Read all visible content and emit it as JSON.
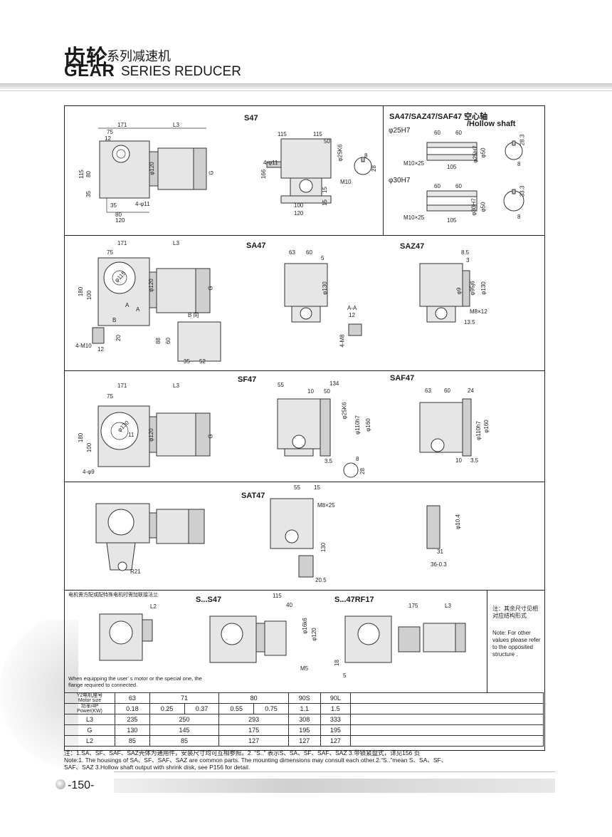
{
  "header": {
    "cn_main": "齿轮",
    "cn_sub": "系列减速机",
    "en_main": "GEAR",
    "en_sub": "SERIES REDUCER"
  },
  "sections": {
    "s47": {
      "title": "S47",
      "dims": [
        "171",
        "L3",
        "75",
        "12",
        "115",
        "80",
        "35",
        "4-φ11",
        "35",
        "80",
        "120",
        "φ120",
        "G",
        "115",
        "115",
        "50",
        "166",
        "4-φ11",
        "100",
        "120",
        "φ25K6",
        "8",
        "28",
        "M10",
        "15",
        "15"
      ]
    },
    "hollow": {
      "title": "SA47/SAZ47/SAF47 空心轴",
      "title2": "/Hollow shaft",
      "d1": "φ25H7",
      "d2": "φ30H7",
      "dims": [
        "60",
        "60",
        "M10×25",
        "105",
        "φ25H7",
        "φ50",
        "28.3",
        "8",
        "60",
        "60",
        "M10×25",
        "105",
        "φ30H7",
        "φ50",
        "33.3",
        "8"
      ]
    },
    "sa47": {
      "title": "SA47",
      "dims": [
        "171",
        "L3",
        "75",
        "180",
        "100",
        "φ115",
        "φ120",
        "G",
        "B",
        "A",
        "A",
        "4-M10",
        "20",
        "12",
        "B 向",
        "88",
        "60",
        "35",
        "52",
        "63",
        "60",
        "5",
        "φ130",
        "A-A",
        "12",
        "4-M8"
      ]
    },
    "saz47": {
      "title": "SAZ47",
      "dims": [
        "8.5",
        "3",
        "φ95j6",
        "φ9",
        "φ130",
        "M8×12",
        "13.5"
      ]
    },
    "sf47": {
      "title": "SF47",
      "dims": [
        "171",
        "L3",
        "75",
        "180",
        "100",
        "φ130",
        "11",
        "φ120",
        "G",
        "4-φ9",
        "55",
        "134",
        "10",
        "50",
        "φ25K6",
        "φ110h7",
        "φ160",
        "3.5",
        "8",
        "28"
      ]
    },
    "saf47": {
      "title": "SAF47",
      "dims": [
        "63",
        "60",
        "24",
        "φ110h7",
        "φ160",
        "10",
        "3.5"
      ]
    },
    "sat47": {
      "title": "SAT47",
      "dims": [
        "55",
        "15",
        "M8×25",
        "130",
        "20.5",
        "R21",
        "φ10.4",
        "31",
        "36-0.3"
      ]
    },
    "s_s47": {
      "title": "S...S47",
      "dims": [
        "L2",
        "115",
        "40",
        "φ16k6",
        "φ120",
        "M5",
        "18",
        "5"
      ]
    },
    "s_47rf17": {
      "title": "S...47RF17",
      "dims": [
        "175",
        "L3"
      ]
    },
    "motor_note_cn": "电机需方配或配特殊电机时需加联接法兰",
    "motor_note_en": "When equipping the user' s motor or the special one, the flange required to connected.",
    "side_note_cn": "注：其余尺寸见相对应结构形式",
    "side_note_en": "Note: For other values please refer to the opposited structure ."
  },
  "table": {
    "row_motor": {
      "label_cn": "Y2电机座号",
      "label_en": "Motor size",
      "values": [
        "63",
        "71",
        "80",
        "90S",
        "90L"
      ]
    },
    "row_power": {
      "label_cn": "功率/4P",
      "label_en": "Power(KW)",
      "values": [
        "0.18",
        "0.25",
        "0.37",
        "0.55",
        "0.75",
        "1.1",
        "1.5"
      ]
    },
    "row_l3": {
      "label": "L3",
      "values": [
        "235",
        "250",
        "293",
        "308",
        "333"
      ]
    },
    "row_g": {
      "label": "G",
      "values": [
        "130",
        "145",
        "175",
        "195",
        "195"
      ]
    },
    "row_l2": {
      "label": "L2",
      "values": [
        "85",
        "85",
        "127",
        "127",
        "127"
      ]
    }
  },
  "notes": {
    "cn": "注：1.SA、SF、SAF、SAZ壳体为通用件，安装尺寸均可互相参照。2. “S..” 表示S、SA、SF、SAF、SAZ 3.带锁紧盘式，详见156 页",
    "en1": "Note:1. The  housings of SA、SF、SAF、SAZ are common parts. The mounting dimensions may consult each other.2.“S..”mean S、SA、SF、",
    "en2": "SAF、SAZ  3.Hollow shaft output with shrink disk, see P156 for detail."
  },
  "footer": {
    "page": "-150-"
  }
}
